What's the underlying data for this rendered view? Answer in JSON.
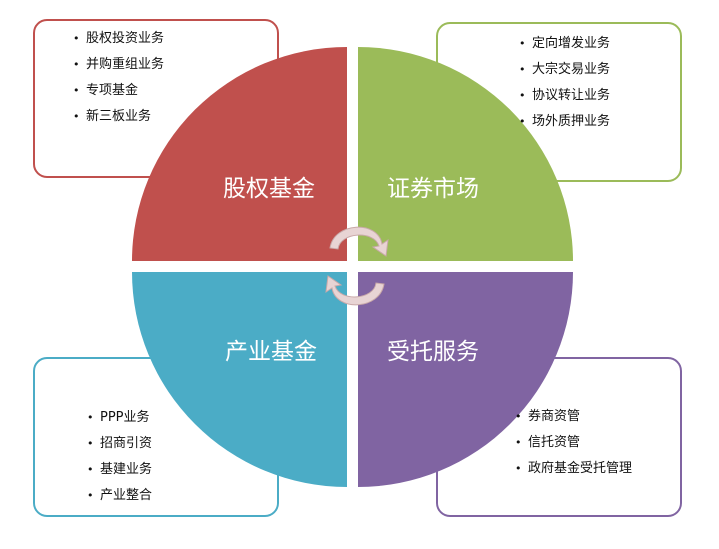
{
  "quadrants": {
    "tl": {
      "title": "股权基金",
      "color": "#c0504d",
      "items": [
        "股权投资业务",
        "并购重组业务",
        "专项基金",
        "新三板业务"
      ]
    },
    "tr": {
      "title": "证券市场",
      "color": "#9bbb59",
      "items": [
        "定向增发业务",
        "大宗交易业务",
        "协议转让业务",
        "场外质押业务"
      ]
    },
    "bl": {
      "title": "产业基金",
      "color": "#4bacc6",
      "items": [
        "PPP业务",
        "招商引资",
        "基建业务",
        "产业整合"
      ]
    },
    "br": {
      "title": "受托服务",
      "color": "#8064a2",
      "items": [
        "券商资管",
        "信托资管",
        "政府基金受托管理"
      ]
    }
  },
  "arrow_color": "#e8d4d4",
  "arrow_stroke": "#c9a9a9"
}
